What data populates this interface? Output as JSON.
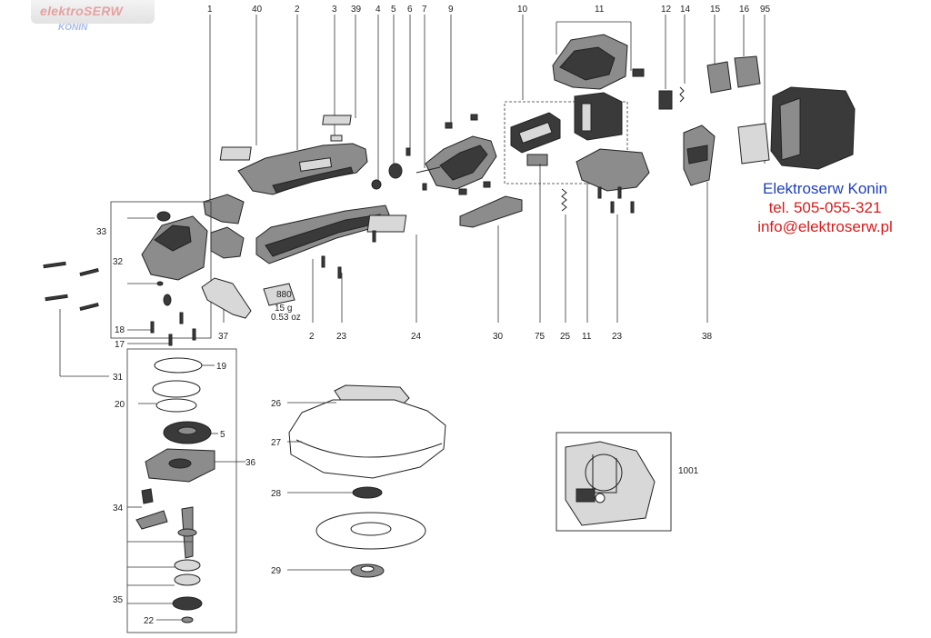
{
  "logo": {
    "main": "elektroSERW",
    "sub": "KONIN"
  },
  "contact": {
    "company": "Elektroserw Konin",
    "phone": "tel. 505-055-321",
    "email": "info@elektroserw.pl"
  },
  "labels": {
    "top": [
      "1",
      "40",
      "2",
      "3",
      "39",
      "4",
      "5",
      "6",
      "7",
      "9",
      "10",
      "11",
      "12",
      "14",
      "15",
      "16",
      "95"
    ],
    "bottom": [
      "37",
      "2",
      "23",
      "24",
      "30",
      "75",
      "25",
      "11",
      "23",
      "38"
    ],
    "left": [
      "33",
      "32",
      "18",
      "17",
      "31"
    ],
    "column": [
      "19",
      "20",
      "5",
      "36",
      "34",
      "35",
      "22"
    ],
    "guard": [
      "26",
      "27",
      "28",
      "29"
    ],
    "inset": "1001",
    "grease_tube": {
      "code": "880",
      "qty_g": "15 g",
      "qty_oz": "0.53 oz"
    }
  },
  "colors": {
    "company": "#1f3fbf",
    "contact": "#d81c1c",
    "logo_main": "#e8a0a0",
    "logo_sub": "#a7b9e6"
  }
}
